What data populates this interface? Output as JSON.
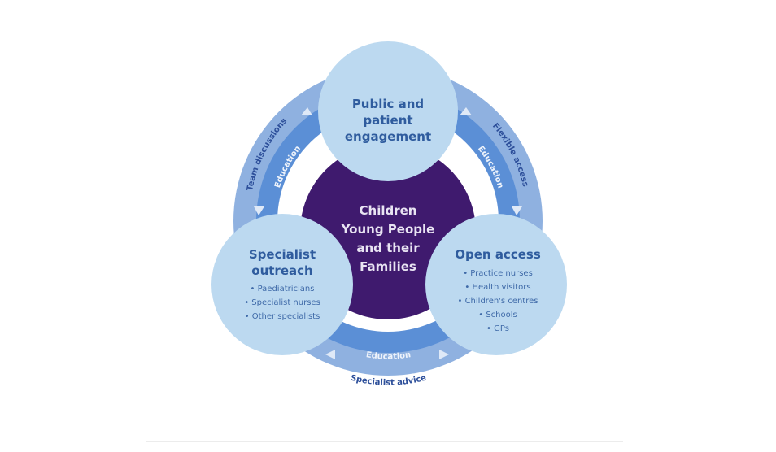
{
  "diagram": {
    "center": {
      "lines": [
        "Children",
        "Young People",
        "and their",
        "Families"
      ]
    },
    "nodes": [
      {
        "id": "top",
        "title_lines": [
          "Public and",
          "patient",
          "engagement"
        ],
        "items": []
      },
      {
        "id": "left",
        "title_lines": [
          "Specialist",
          "outreach"
        ],
        "items": [
          "• Paediatricians",
          "• Specialist nurses",
          "• Other specialists"
        ]
      },
      {
        "id": "right",
        "title_lines": [
          "Open access"
        ],
        "items": [
          "• Practice nurses",
          "• Health visitors",
          "• Children's centres",
          "• Schools",
          "• GPs"
        ]
      }
    ],
    "links": {
      "left_outer": "Team discussions",
      "left_inner": "Education",
      "right_outer": "Flexible access",
      "right_inner": "Education",
      "bottom_inner": "Education",
      "bottom_outer": "Specialist advice"
    },
    "colors": {
      "center_fill": "#3f1a6e",
      "center_text": "#e9e4f3",
      "node_fill": "#bcd9f0",
      "node_text": "#2f5c9e",
      "outer_ring": "#8fb1e0",
      "inner_ring": "#5b8fd6",
      "ring_label_outer": "#2d4f9a",
      "ring_label_inner": "#eef3fb"
    }
  }
}
